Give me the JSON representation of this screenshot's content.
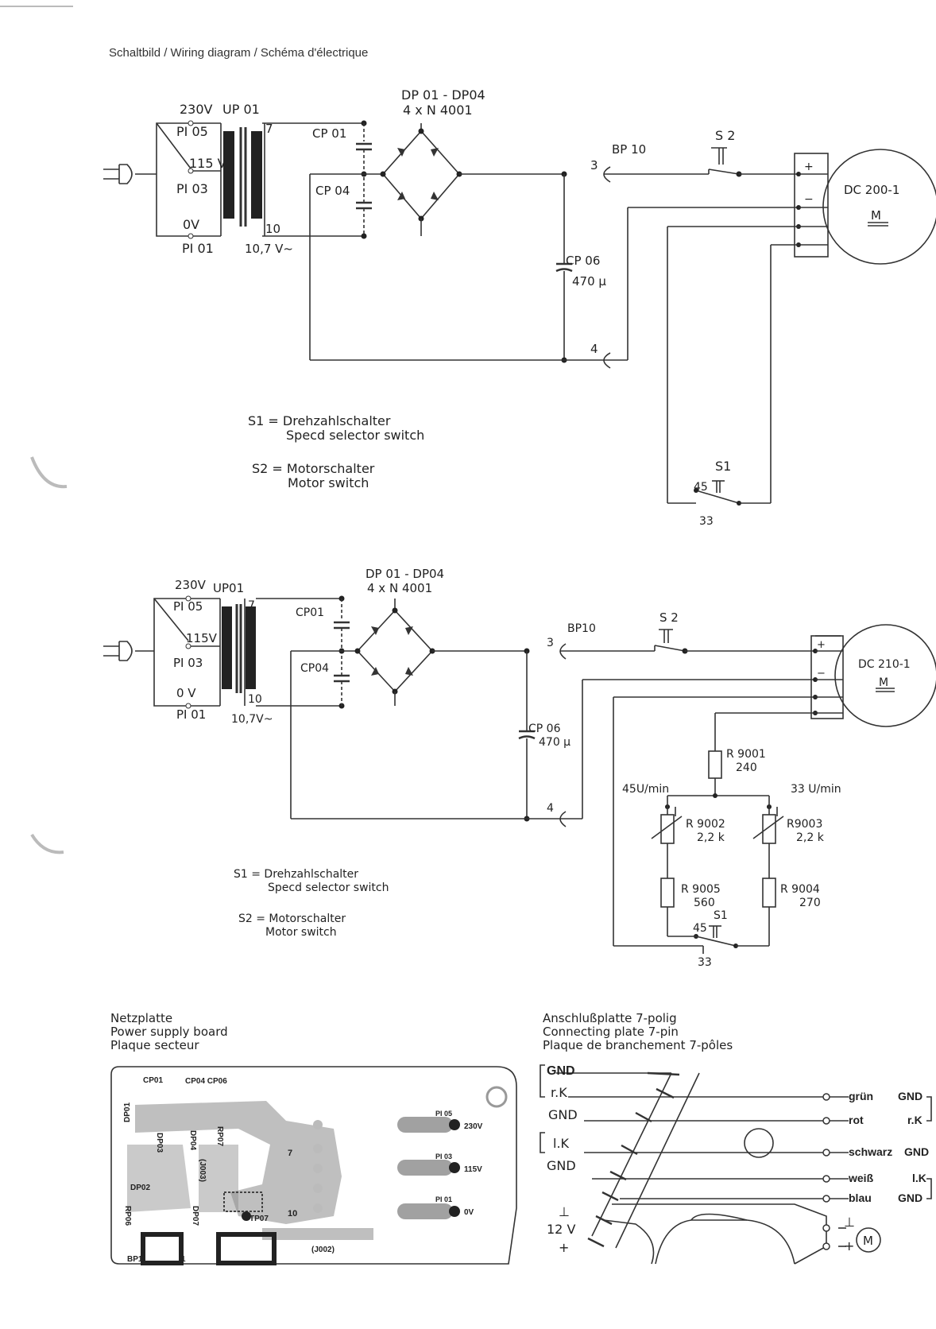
{
  "header": {
    "title": "Schaltbild / Wiring diagram / Schéma d'électrique"
  },
  "top_diagram": {
    "v230": "230V",
    "transformer": "UP 01",
    "pi05": "PI 05",
    "v115": "115 V",
    "pi03": "PI 03",
    "v0": "0V",
    "pi01": "PI 01",
    "pin7": "7",
    "pin10": "10",
    "secondary": "10,7 V~",
    "cp01": "CP 01",
    "cp04": "CP 04",
    "bridge": "DP 01 - DP04",
    "bridge_type": "4 x N 4001",
    "bp10": "BP 10",
    "pin3": "3",
    "pin4": "4",
    "cp06": "CP 06",
    "cp06_value": "470 µ",
    "s2": "S 2",
    "motor": "DC 200-1",
    "motor_m": "M",
    "s1": "S1",
    "s1_45": "45",
    "s1_33": "33",
    "legend_s1": "S1 = Drehzahlschalter",
    "legend_s1_en": "Specd selector switch",
    "legend_s2": "S2 = Motorschalter",
    "legend_s2_en": "Motor switch"
  },
  "bottom_diagram": {
    "v230": "230V",
    "transformer": "UP01",
    "pi05": "PI 05",
    "v115": "115V",
    "pi03": "PI 03",
    "v0": "0 V",
    "pi01": "PI 01",
    "pin7": "7",
    "pin10": "10",
    "secondary": "10,7V~",
    "cp01": "CP01",
    "cp04": "CP04",
    "bridge": "DP 01 - DP04",
    "bridge_type": "4 x N 4001",
    "bp10": "BP10",
    "pin3": "3",
    "pin4": "4",
    "cp06": "CP 06",
    "cp06_value": "470 µ",
    "s2": "S 2",
    "motor": "DC 210-1",
    "motor_m": "M",
    "r9001": "R 9001",
    "r9001_v": "240",
    "speed45": "45U/min",
    "speed33": "33 U/min",
    "r9002": "R 9002",
    "r9002_v": "2,2 k",
    "r9003": "R9003",
    "r9003_v": "2,2 k",
    "r9005": "R 9005",
    "r9005_v": "560",
    "r9004": "R 9004",
    "r9004_v": "270",
    "s1": "S1",
    "s1_45": "45",
    "s1_33": "33",
    "legend_s1": "S1 = Drehzahlschalter",
    "legend_s1_en": "Specd selector switch",
    "legend_s2": "S2 = Motorschalter",
    "legend_s2_en": "Motor switch"
  },
  "power_board": {
    "title1": "Netzplatte",
    "title2": "Power supply board",
    "title3": "Plaque secteur",
    "cp01": "CP01",
    "cp04_cp06": "CP04 CP06",
    "dp01": "DP01",
    "dp03": "DP03",
    "dp02": "DP02",
    "dp04": "DP04",
    "j003": "(J003)",
    "rp07": "RP07",
    "rp06": "RP06",
    "dp07": "DP07",
    "tp07": "TP07",
    "bp1": "BP1",
    "j002": "(J002)",
    "pin7": "7",
    "pin10": "10",
    "pin1": "1",
    "pi05": "PI 05",
    "v230": "230V",
    "pi03": "PI 03",
    "v115": "115V",
    "pi01": "PI 01",
    "v0": "0V"
  },
  "connecting_plate": {
    "title1": "Anschlußplatte 7-polig",
    "title2": "Connecting plate 7-pin",
    "title3": "Plaque de branchement 7-pôles",
    "left_gnd1": "GND",
    "left_rk": "r.K",
    "left_gnd2": "GND",
    "left_lk": "l.K",
    "left_gnd3": "GND",
    "left_ground": "⊥",
    "left_12v": "12 V",
    "left_plus": "+",
    "wire_gruen": "grün",
    "wire_rot": "rot",
    "wire_schwarz": "schwarz",
    "wire_weiss": "weiß",
    "wire_blau": "blau",
    "right_gnd1": "GND",
    "right_rk": "r.K",
    "right_gnd2": "GND",
    "right_lk": "l.K",
    "right_gnd3": "GND",
    "motor_ground": "⊥",
    "motor_plus": "+",
    "motor_m": "M"
  }
}
